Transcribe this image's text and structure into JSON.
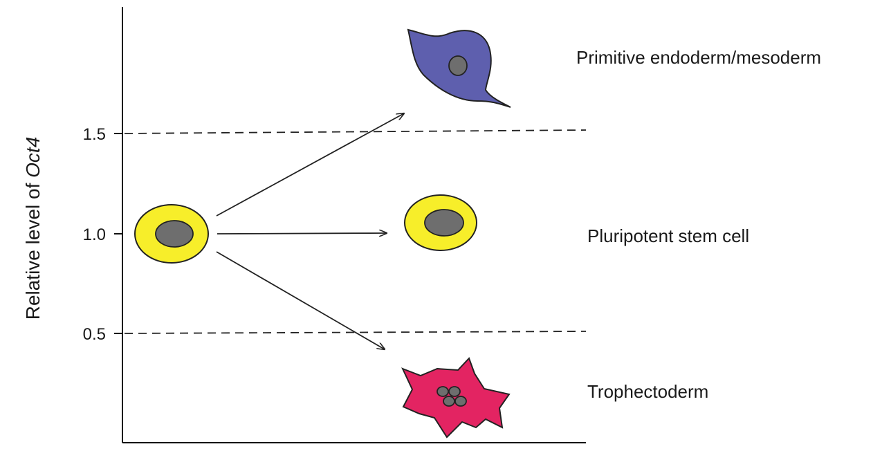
{
  "axis": {
    "y_title_prefix": "Relative level of ",
    "y_title_gene": "Oct4",
    "ticks": [
      "1.5",
      "1.0",
      "0.5"
    ]
  },
  "labels": {
    "top": "Primitive endoderm/mesoderm",
    "middle": "Pluripotent stem cell",
    "bottom": "Trophectoderm"
  },
  "colors": {
    "stem_cell": "#f7ee2a",
    "endoderm_cell": "#5e5fae",
    "trophectoderm_cell": "#e32462",
    "nucleus": "#6e6e6e"
  }
}
